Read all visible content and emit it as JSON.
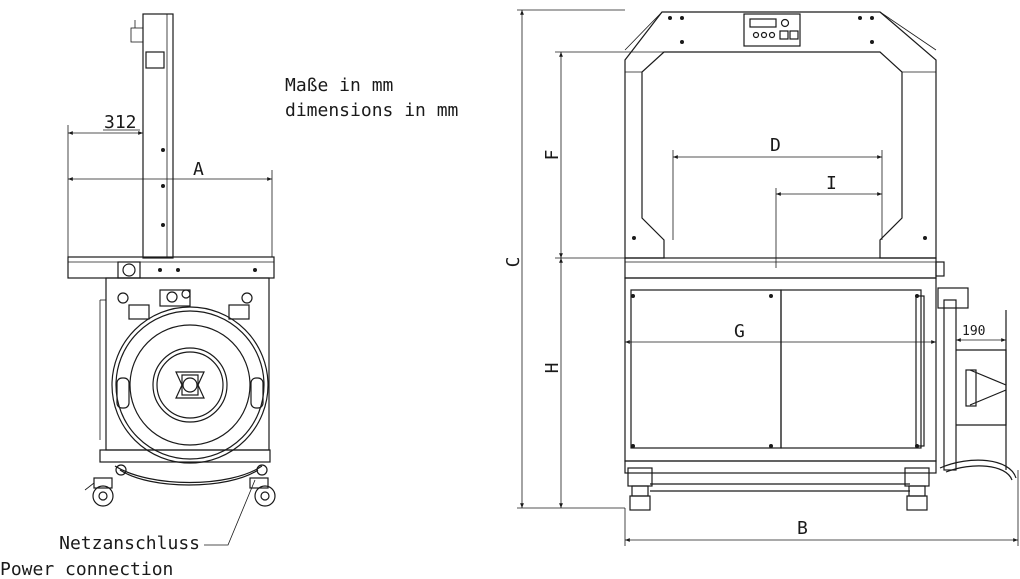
{
  "notes": {
    "units_de": "Maße in mm",
    "units_en": "dimensions in mm",
    "power_de": "Netzanschluss",
    "power_en": "Power connection"
  },
  "dimensions": {
    "d312": "312",
    "A": "A",
    "B": "B",
    "C": "C",
    "D": "D",
    "F": "F",
    "G": "G",
    "H": "H",
    "I": "I",
    "d190": "190"
  }
}
